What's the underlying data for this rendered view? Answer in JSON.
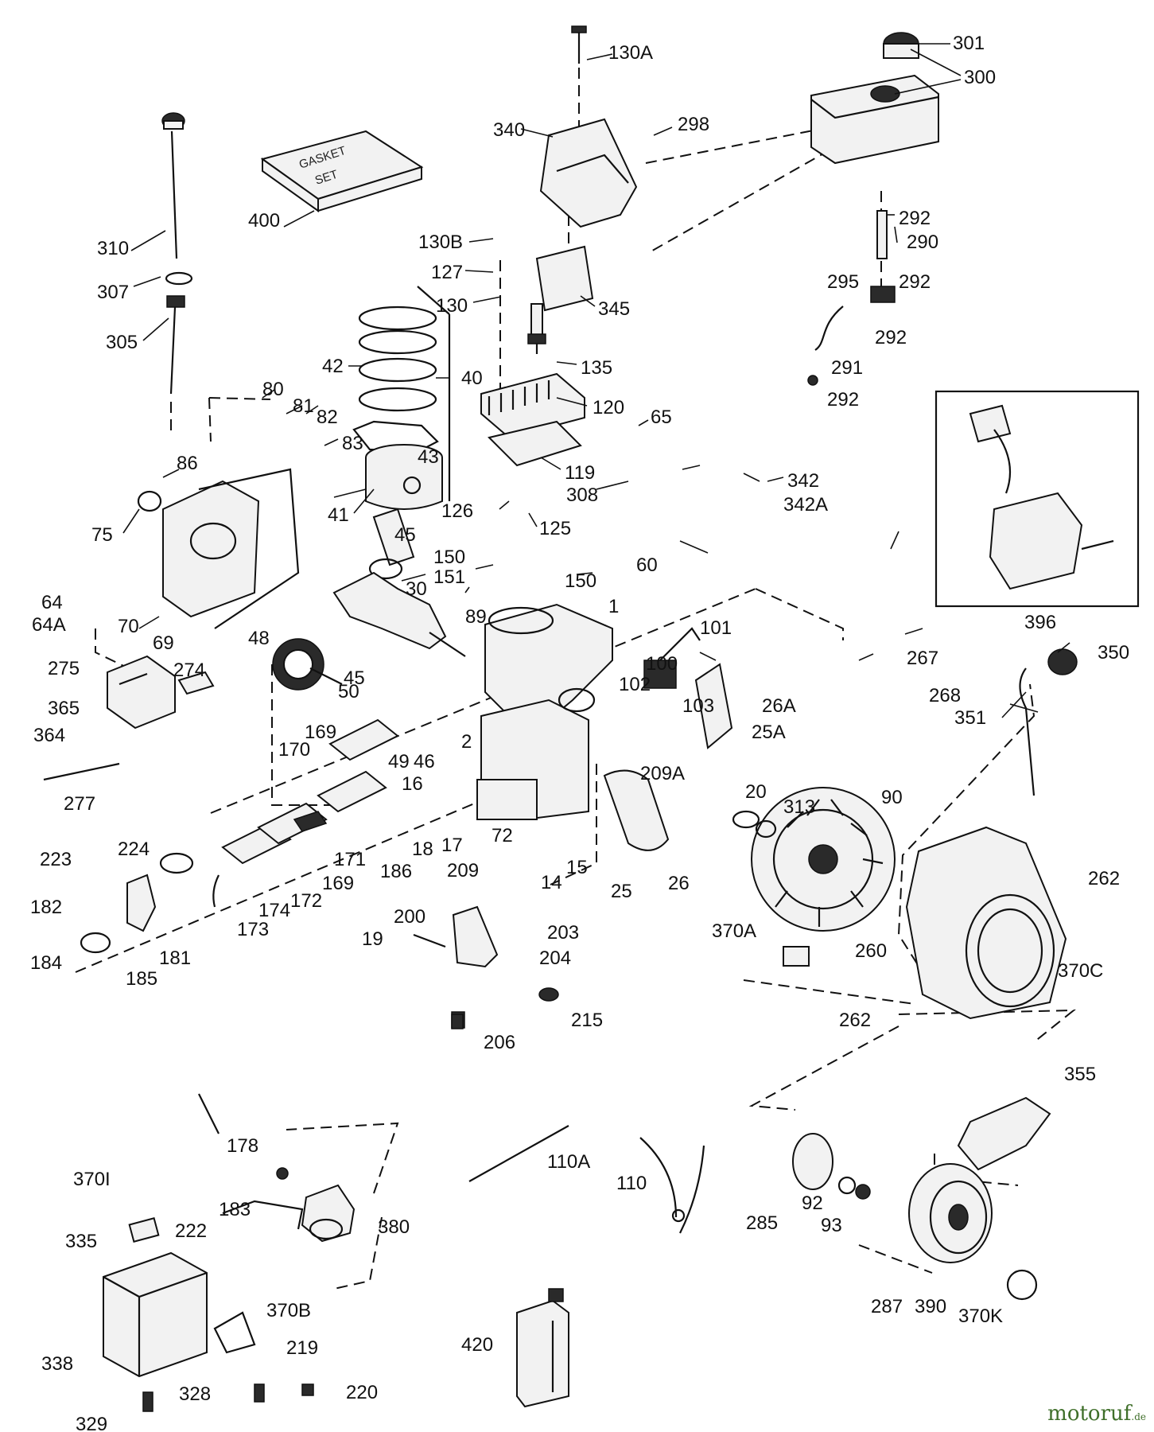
{
  "diagram": {
    "gasket_box_text": [
      "GASKET",
      "SET"
    ],
    "labels": [
      "130A",
      "301",
      "300",
      "340",
      "298",
      "400",
      "310",
      "307",
      "305",
      "292",
      "290",
      "295",
      "291",
      "130B",
      "127",
      "130",
      "345",
      "135",
      "42",
      "40",
      "120",
      "80",
      "81",
      "82",
      "83",
      "43",
      "41",
      "119",
      "65",
      "308",
      "86",
      "75",
      "126",
      "125",
      "342",
      "342A",
      "60",
      "70",
      "69",
      "64",
      "64A",
      "48",
      "45",
      "30",
      "150",
      "151",
      "1",
      "89",
      "101",
      "100",
      "102",
      "103",
      "26A",
      "25A",
      "396",
      "267",
      "268",
      "350",
      "351",
      "275",
      "274",
      "365",
      "364",
      "277",
      "50",
      "49",
      "46",
      "2",
      "16",
      "209A",
      "20",
      "313",
      "90",
      "169",
      "170",
      "171",
      "172",
      "173",
      "174",
      "186",
      "18",
      "17",
      "72",
      "14",
      "15",
      "25",
      "26",
      "262",
      "223",
      "224",
      "182",
      "185",
      "181",
      "184",
      "209",
      "200",
      "19",
      "203",
      "204",
      "215",
      "206",
      "370A",
      "260",
      "370C",
      "178",
      "370I",
      "183",
      "222",
      "380",
      "335",
      "370B",
      "219",
      "338",
      "328",
      "220",
      "329",
      "110A",
      "110",
      "285",
      "92",
      "93",
      "355",
      "287",
      "390",
      "370K",
      "420"
    ]
  },
  "watermark": {
    "text": "motoruf",
    "suffix": ".de"
  }
}
